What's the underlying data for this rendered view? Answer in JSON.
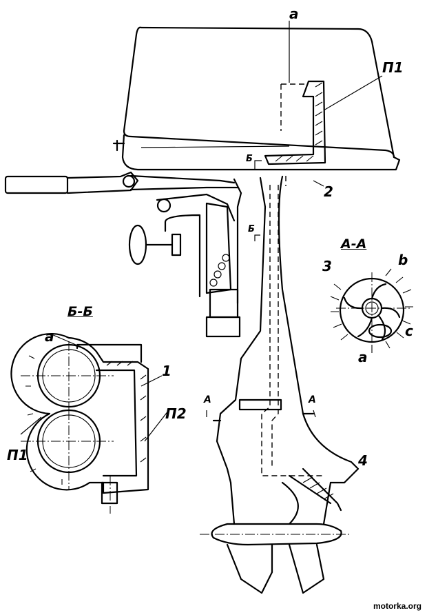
{
  "labels": {
    "a_top": "a",
    "p1_top": "П1",
    "b_upper": "Б",
    "part_2": "2",
    "b_lower": "Б",
    "section_aa": "А-А",
    "part_3": "3",
    "b_aa": "b",
    "c_aa": "c",
    "a_aa": "a",
    "section_bb": "Б-Б",
    "a_bb": "a",
    "part_1": "1",
    "p2_bb": "П2",
    "p1_bb": "П1",
    "a_left_mark": "А",
    "a_right_mark": "А",
    "part_4": "4"
  },
  "watermark": "motorka.org"
}
